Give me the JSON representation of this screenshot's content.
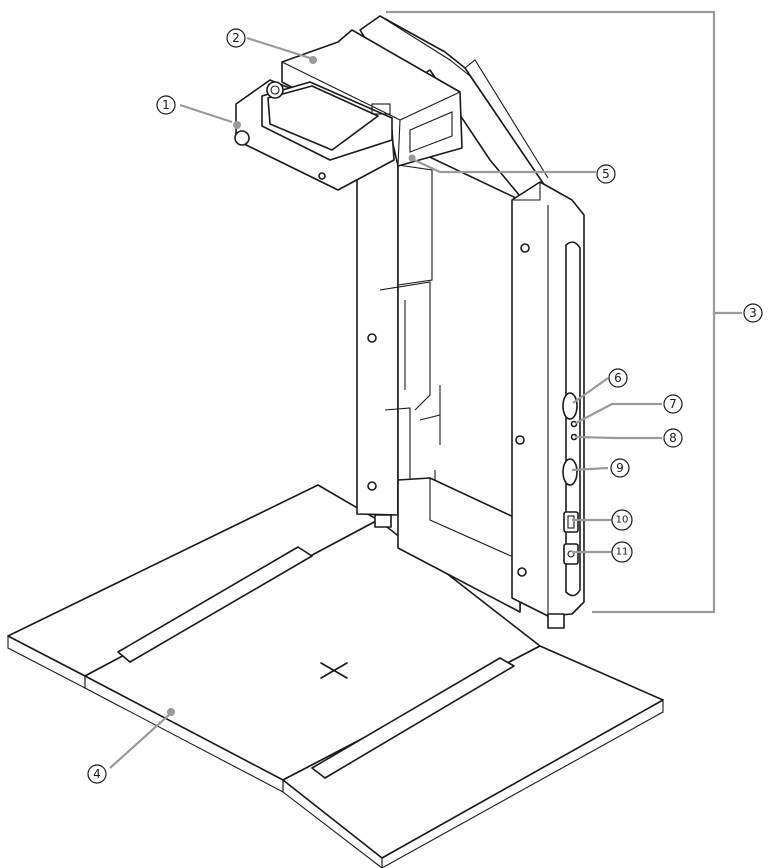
{
  "figure": {
    "callouts": [
      {
        "id": "c1",
        "label": "1"
      },
      {
        "id": "c2",
        "label": "2"
      },
      {
        "id": "c3",
        "label": "3"
      },
      {
        "id": "c4",
        "label": "4"
      },
      {
        "id": "c5",
        "label": "5"
      },
      {
        "id": "c6",
        "label": "6"
      },
      {
        "id": "c7",
        "label": "7"
      },
      {
        "id": "c8",
        "label": "8"
      },
      {
        "id": "c9",
        "label": "9"
      },
      {
        "id": "c10",
        "label": "10"
      },
      {
        "id": "c11",
        "label": "11"
      }
    ],
    "colors": {
      "line": "#1a1a1a",
      "leader": "#9a9a9a",
      "background": "#ffffff"
    }
  }
}
